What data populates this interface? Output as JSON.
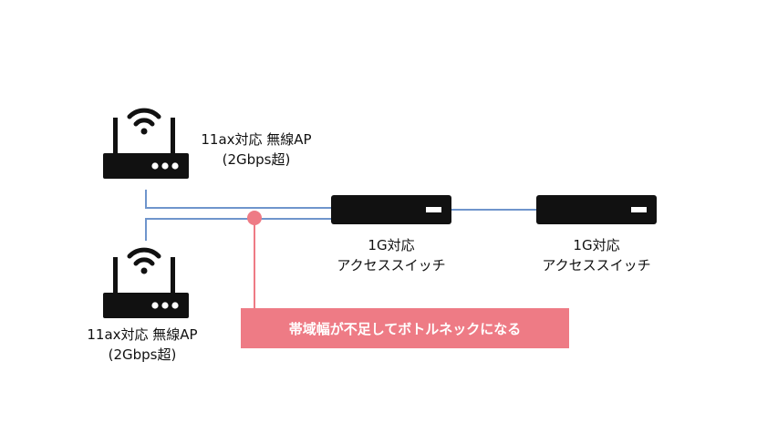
{
  "colors": {
    "device": "#111111",
    "link": "#6f95cc",
    "bottleneck": "#ee7b85",
    "background": "#ffffff"
  },
  "icons": {
    "router": "wifi-router-icon",
    "switch": "network-switch-icon"
  },
  "access_points": [
    {
      "line1": "11ax対応 無線AP",
      "line2": "(2Gbps超)"
    },
    {
      "line1": "11ax対応 無線AP",
      "line2": "(2Gbps超)"
    }
  ],
  "switches": [
    {
      "line1": "1G対応",
      "line2": "アクセススイッチ"
    },
    {
      "line1": "1G対応",
      "line2": "アクセススイッチ"
    }
  ],
  "callout": {
    "text": "帯域幅が不足してボトルネックになる"
  }
}
